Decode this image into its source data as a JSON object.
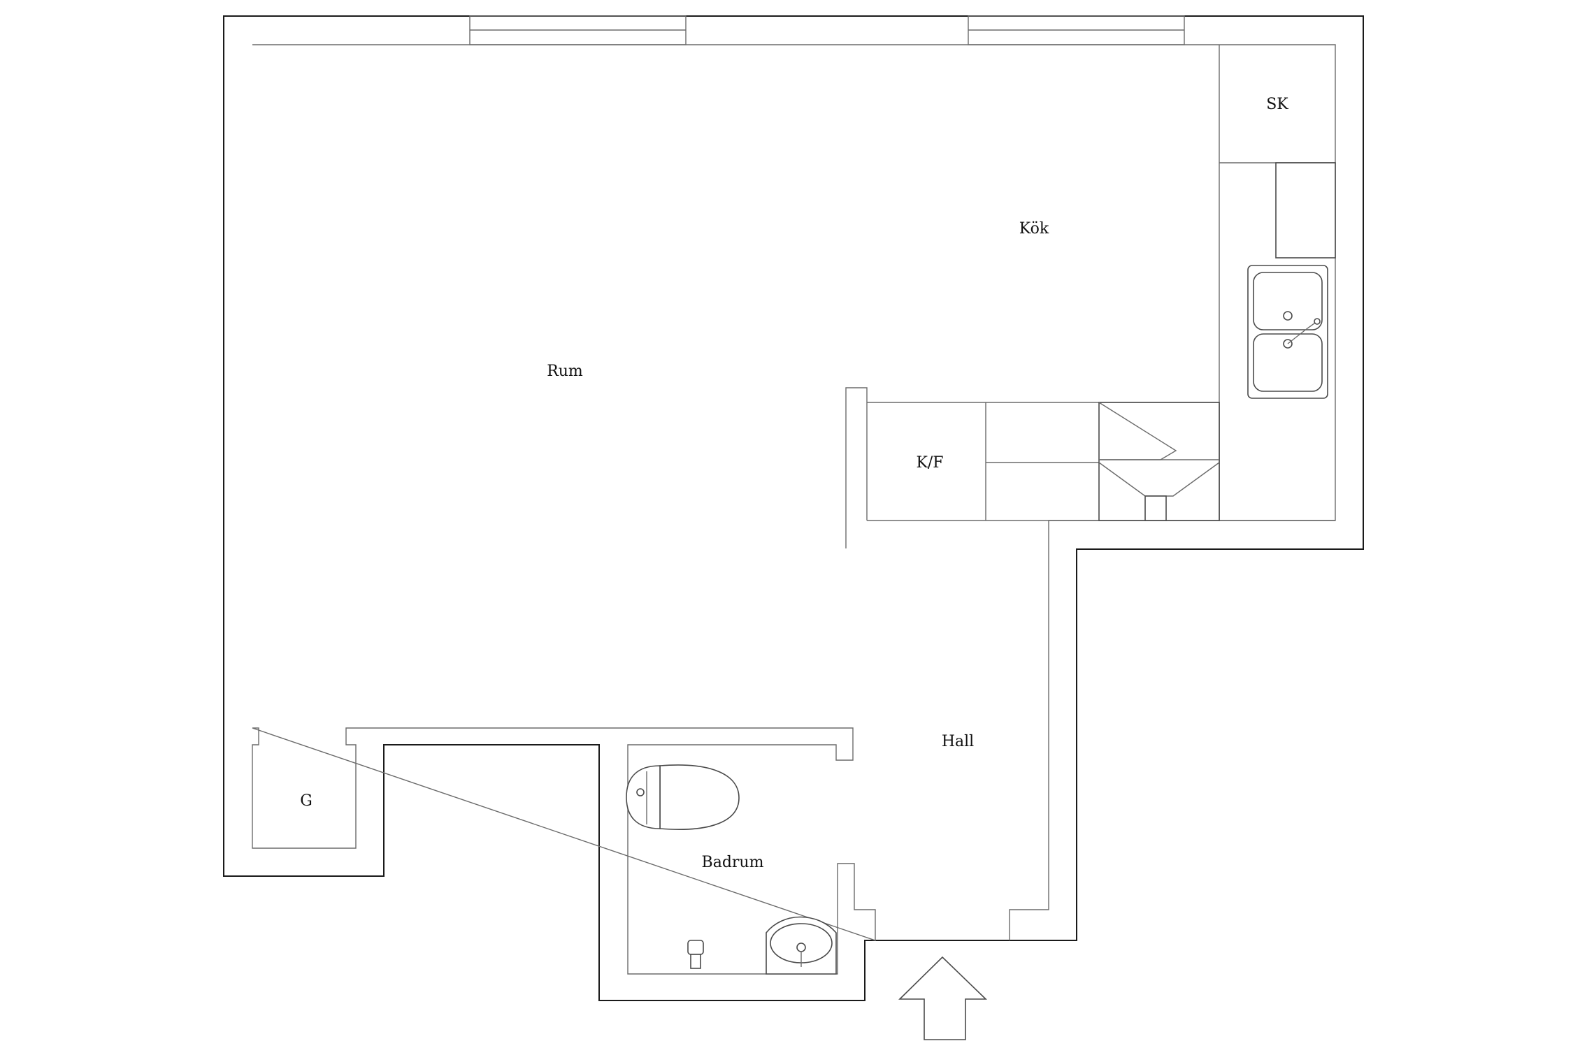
{
  "rooms": {
    "rum": "Rum",
    "kok": "Kök",
    "sk": "SK",
    "kf": "K/F",
    "hall": "Hall",
    "g": "G",
    "badrum": "Badrum"
  },
  "colors": {
    "wall_stroke": "#1a1a1a",
    "inner_stroke": "#6b6b6b",
    "background": "#ffffff"
  }
}
